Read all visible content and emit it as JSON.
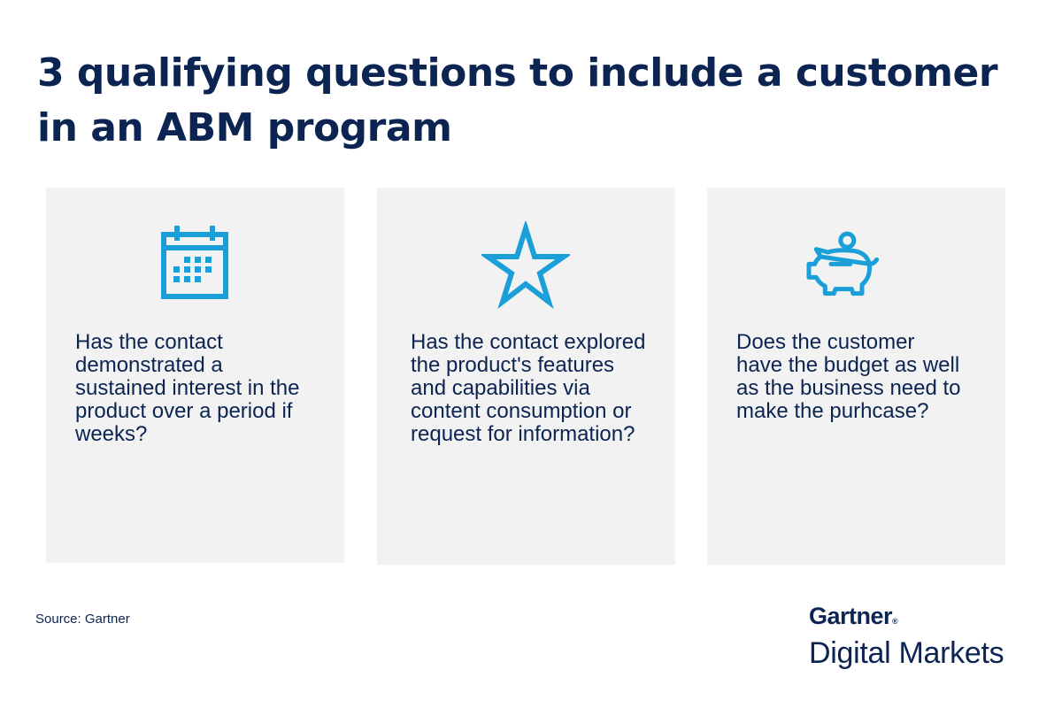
{
  "title": "3 qualifying questions to include a customer in an ABM program",
  "colors": {
    "navy": "#0c2452",
    "accent": "#1a9fd8",
    "card": "#f2f2f2"
  },
  "cards": [
    {
      "icon": "calendar-icon",
      "text": "Has the contact demonstrated a sustained interest in the product over a period if weeks?"
    },
    {
      "icon": "star-icon",
      "text": "Has the contact explored the product's features and capabilities via content consumption or request for information?"
    },
    {
      "icon": "piggy-bank-icon",
      "text": "Does the customer have the budget as well as the business need to make the purhcase?"
    }
  ],
  "source": "Source: Gartner",
  "logo": {
    "brand": "Gartner",
    "sub": "Digital Markets"
  }
}
